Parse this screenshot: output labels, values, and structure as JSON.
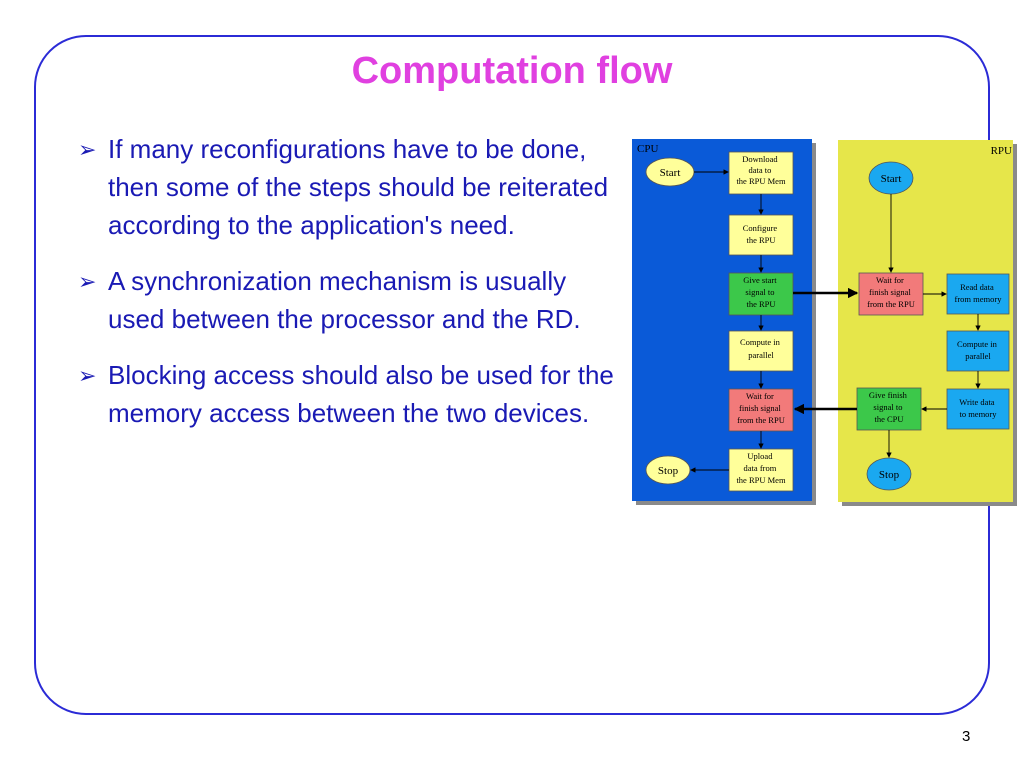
{
  "slide": {
    "title": "Computation flow",
    "page_number": "3",
    "bullets": [
      "If many reconfigurations have to be done, then some of the steps should be reiterated according to the application's need.",
      "A synchronization mechanism is usually used between the processor and the RD.",
      "Blocking access should also be used for the memory access between the two devices."
    ],
    "bullet_marker": "➢"
  },
  "diagram": {
    "colors": {
      "cpu_panel": "#0a5ad8",
      "rpu_panel": "#e6e64a",
      "box_yellow": "#ffff9a",
      "box_green": "#3cc84a",
      "box_red": "#f27a7a",
      "box_cyan": "#1aa8f0"
    },
    "cpu": {
      "label": "CPU",
      "start": "Start",
      "stop": "Stop",
      "download": [
        "Download",
        "data to",
        "the RPU Mem"
      ],
      "configure": [
        "Configure",
        "the RPU"
      ],
      "give_start": [
        "Give start",
        "signal to",
        "the RPU"
      ],
      "compute": [
        "Compute in",
        "parallel"
      ],
      "wait": [
        "Wait for",
        "finish signal",
        "from the RPU"
      ],
      "upload": [
        "Upload",
        "data from",
        "the RPU Mem"
      ]
    },
    "rpu": {
      "label": "RPU",
      "start": "Start",
      "stop": "Stop",
      "wait": [
        "Wait for",
        "finish signal",
        "from the RPU"
      ],
      "read": [
        "Read data",
        "from memory"
      ],
      "compute": [
        "Compute in",
        "parallel"
      ],
      "write": [
        "Write data",
        "to memory"
      ],
      "give_finish": [
        "Give finish",
        "signal to",
        "the CPU"
      ]
    }
  }
}
